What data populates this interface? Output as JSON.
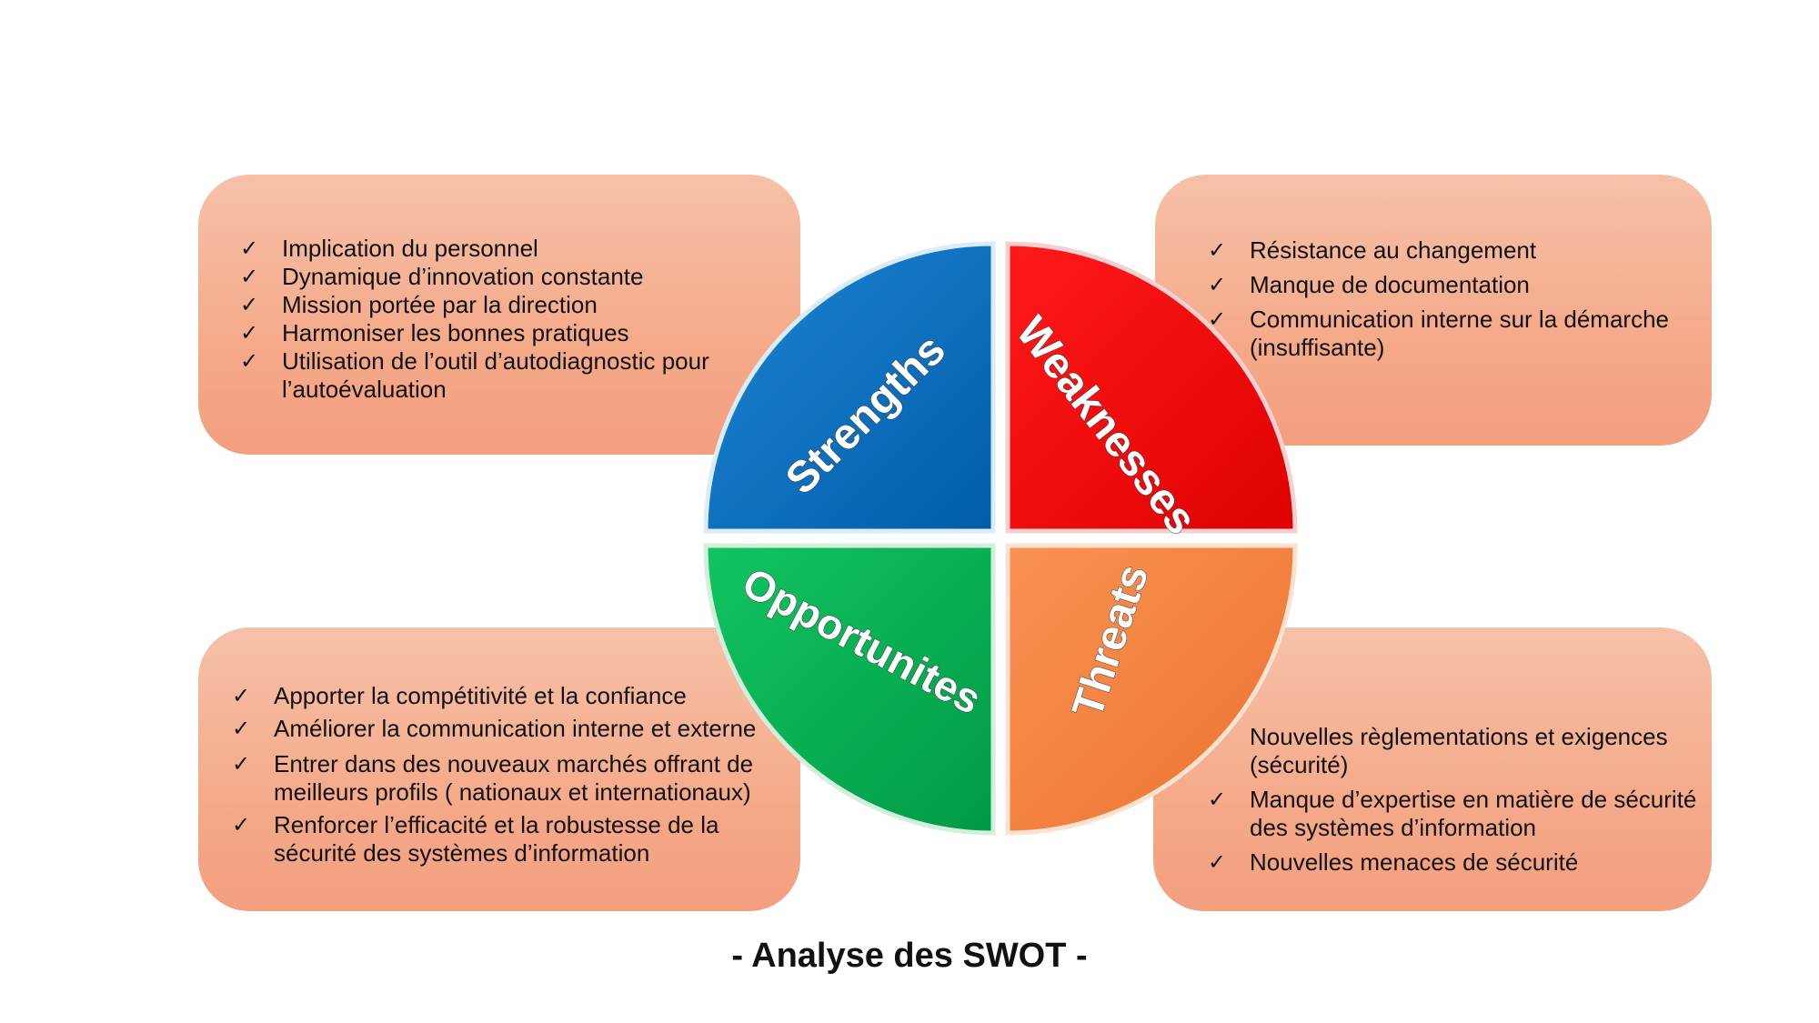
{
  "quadrants": {
    "strengths": {
      "label": "Strengths",
      "color": "#0070c0",
      "items": [
        "Implication du personnel",
        "Dynamique d’innovation constante",
        "Mission portée par la direction",
        "Harmoniser les bonnes pratiques",
        "Utilisation de l’outil d’autodiagnostic pour l’autoévaluation"
      ]
    },
    "weaknesses": {
      "label": "Weaknesses",
      "color": "#ff0000",
      "items": [
        "Résistance au changement",
        "Manque de documentation",
        "Communication interne sur la démarche (insuffisante)"
      ]
    },
    "opportunities": {
      "label": "Opportunites",
      "color": "#00b050",
      "items": [
        "Apporter la compétitivité et la confiance",
        "Améliorer la communication interne et externe",
        "Entrer dans des nouveaux marchés offrant de meilleurs profils ( nationaux et internationaux)",
        "Renforcer l’efficacité et la robustesse de la sécurité des systèmes d’information"
      ]
    },
    "threats": {
      "label": "Threats",
      "color": "#f5803c",
      "items": [
        "Nouvelles règlementations et exigences (sécurité)",
        "Manque d’expertise en matière de sécurité des systèmes d’information",
        "Nouvelles menaces de sécurité"
      ]
    }
  },
  "check_icon": "check-mark-icon",
  "caption": "- Analyse des SWOT -"
}
